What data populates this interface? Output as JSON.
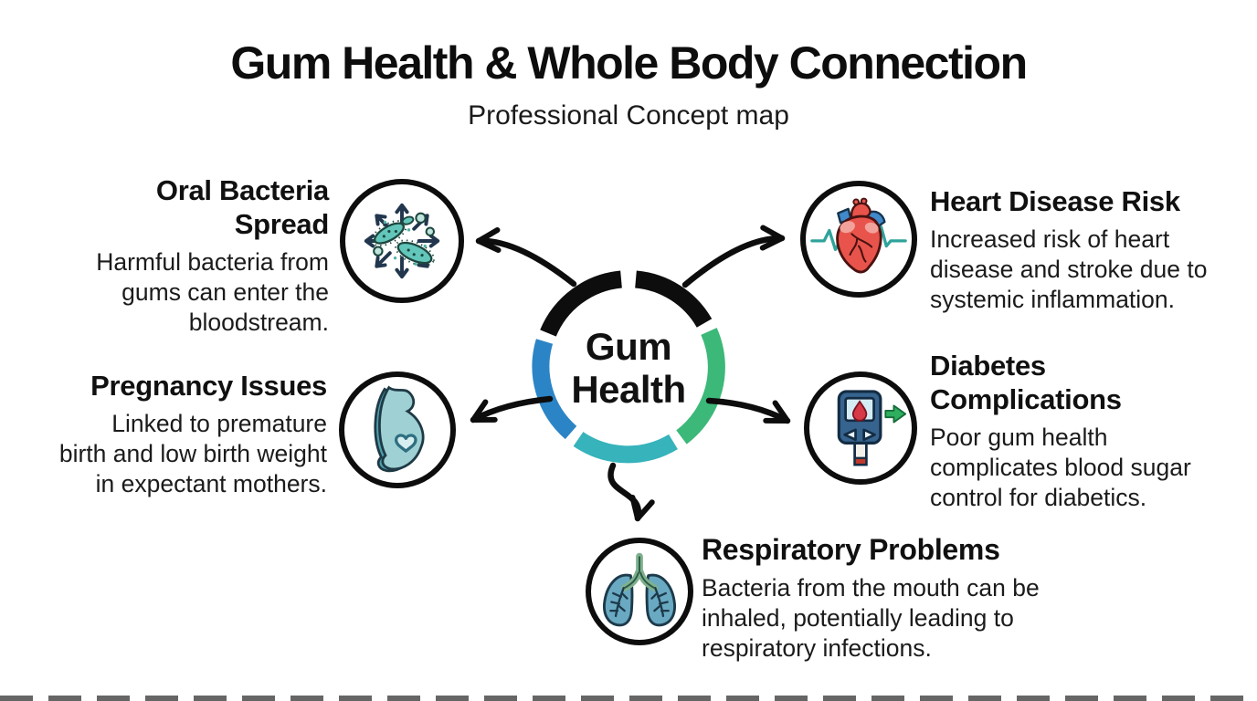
{
  "title": "Gum Health & Whole Body Connection",
  "subtitle": "Professional Concept map",
  "center": {
    "lines": [
      "Gum",
      "Health"
    ]
  },
  "nodes": {
    "oral_bacteria": {
      "title_lines": [
        "Oral Bacteria",
        "Spread"
      ],
      "desc_lines": [
        "Harmful bacteria from",
        "gums can enter the",
        "bloodstream."
      ],
      "icon": "bacteria-spread-icon"
    },
    "heart": {
      "title_lines": [
        "Heart Disease Risk"
      ],
      "desc_lines": [
        "Increased risk of heart",
        "disease and stroke due to",
        "systemic inflammation."
      ],
      "icon": "heart-ekg-icon"
    },
    "pregnancy": {
      "title_lines": [
        "Pregnancy Issues"
      ],
      "desc_lines": [
        "Linked to premature",
        "birth and low birth weight",
        "in expectant mothers."
      ],
      "icon": "pregnant-woman-icon"
    },
    "diabetes": {
      "title_lines": [
        "Diabetes",
        "Complications"
      ],
      "desc_lines": [
        "Poor gum health",
        "complicates blood sugar",
        "control for diabetics."
      ],
      "icon": "glucose-meter-icon"
    },
    "respiratory": {
      "title_lines": [
        "Respiratory Problems"
      ],
      "desc_lines": [
        "Bacteria from the mouth can be",
        "inhaled, potentially leading to",
        "respiratory infections."
      ],
      "icon": "lungs-icon"
    }
  },
  "colors": {
    "ring_black": "#0d0d0d",
    "ring_blue": "#2b84c6",
    "ring_teal": "#36b3bb",
    "ring_green": "#3cb878",
    "arrow_black": "#0d0d0d",
    "bacteria_teal": "#63c6bb",
    "heart_red": "#e8544b",
    "vessel_blue": "#4089cb",
    "ekg_teal": "#2fa39b",
    "meter_blue": "#36648e",
    "meter_arrow_green": "#2eae5e",
    "blood_red": "#d63a47",
    "lungs_blue": "#6aa9c2",
    "trachea_green": "#7fb08e",
    "text": "#141414"
  }
}
